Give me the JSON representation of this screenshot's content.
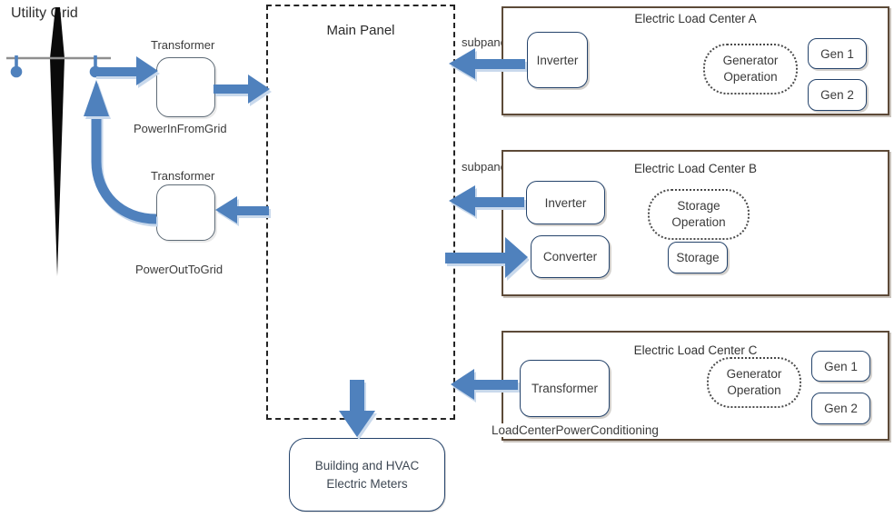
{
  "colors": {
    "arrow_blue": "#4f81bd",
    "arrow_shadow": "#c9d9ec",
    "component_border_navy": "#24436b",
    "load_center_border_brown": "#5d4a38",
    "dashed_panel_border": "#242424",
    "pole_black": "#0a0a0a",
    "crossarm_gray": "#8f8f8f",
    "text": "#3b3b3b"
  },
  "utility_grid": {
    "label": "Utility Grid"
  },
  "grid_transformers": {
    "power_in": {
      "title": "Transformer",
      "caption": "PowerInFromGrid"
    },
    "power_out": {
      "title": "Transformer",
      "caption": "PowerOutToGrid"
    }
  },
  "main_panel": {
    "title": "Main Panel"
  },
  "load_center_a": {
    "subpanel_label": "subpanel",
    "title": "Electric Load Center A",
    "inverter": "Inverter",
    "operation_line1": "Generator",
    "operation_line2": "Operation",
    "gen1": "Gen 1",
    "gen2": "Gen 2"
  },
  "load_center_b": {
    "subpanel_label": "subpanel",
    "title": "Electric Load Center B",
    "inverter": "Inverter",
    "converter": "Converter",
    "operation_line1": "Storage",
    "operation_line2": "Operation",
    "storage": "Storage"
  },
  "load_center_c": {
    "title": "Electric Load Center C",
    "transformer": "Transformer",
    "operation_line1": "Generator",
    "operation_line2": "Operation",
    "gen1": "Gen 1",
    "gen2": "Gen 2",
    "caption": "LoadCenterPowerConditioning"
  },
  "building_meters": {
    "line1": "Building and HVAC",
    "line2": "Electric Meters"
  }
}
